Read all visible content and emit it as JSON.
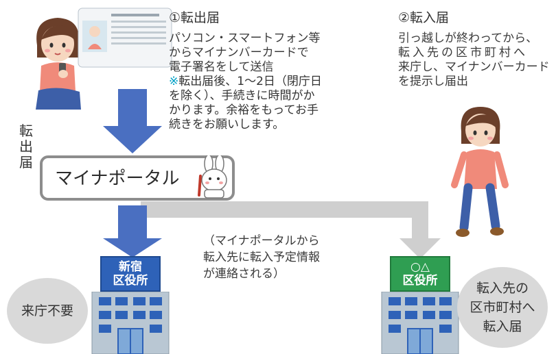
{
  "step1": {
    "title": "①転出届",
    "lines": [
      "パソコン・スマートフォン等",
      "からマイナンバーカードで",
      "電子署名をして送信"
    ],
    "note_mark": "※",
    "note_lines": [
      "転出届後、1～2日（閉庁日",
      "を除く）、手続きに時間がか",
      "かります。余裕をもってお手",
      "続きをお願いします。"
    ]
  },
  "step2": {
    "title": "②転入届",
    "lines": [
      "引っ越しが終わってから、",
      "転入先の区市町村へ",
      "来庁し、マイナンバーカード",
      "を提示し届出"
    ]
  },
  "vertical_label": [
    "転",
    "出",
    "届"
  ],
  "portal": {
    "label": "マイナポータル"
  },
  "contact_note": [
    "（マイナポータルから",
    "転入先に転入予定情報",
    "が連絡される）"
  ],
  "left_office": {
    "sign": [
      "新宿",
      "区役所"
    ]
  },
  "right_office": {
    "sign": [
      "○△",
      "区役所"
    ]
  },
  "left_bubble": {
    "text": "来庁不要"
  },
  "right_bubble": {
    "lines": [
      "転入先の",
      "区市町村へ",
      "転入届"
    ]
  },
  "colors": {
    "arrow_blue": "#4a6fc1",
    "arrow_gray": "#cfcfcf",
    "bubble_gray": "#d9d9d9",
    "note_mark": "#00a0c6",
    "building_blue": "#2e62b8",
    "building_green": "#2f9e52"
  }
}
